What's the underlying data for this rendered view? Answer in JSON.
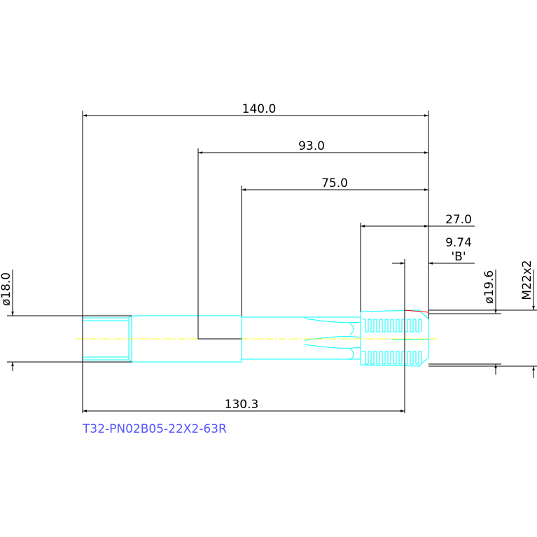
{
  "drawing": {
    "part_number": "T32-PN02B05-22X2-63R",
    "dimensions": {
      "overall_length": "140.0",
      "length_93": "93.0",
      "length_75": "75.0",
      "thread_length": "27.0",
      "reference_length": "9.74",
      "reference_label": "'B'",
      "shank_length": "130.3",
      "shank_diameter": "ø18.0",
      "body_diameter": "ø19.6",
      "thread_size": "M22x2"
    },
    "colors": {
      "outline": "#00ffff",
      "dimension": "#000000",
      "centerline": "#ffff00",
      "text": "#5555ff",
      "chamfer_accent": "#ff0000"
    }
  }
}
